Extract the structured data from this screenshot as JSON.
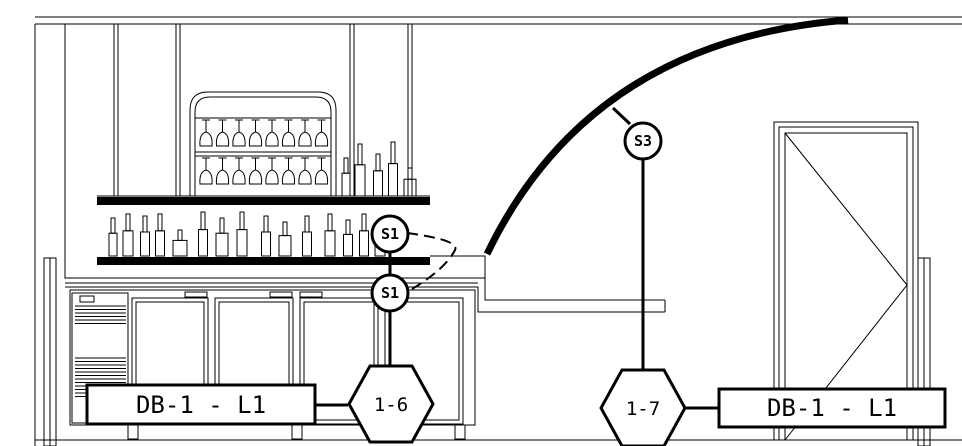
{
  "switch_tags": [
    {
      "id": "s1-upper",
      "label": "S1"
    },
    {
      "id": "s1-lower",
      "label": "S1"
    },
    {
      "id": "s3",
      "label": "S3"
    }
  ],
  "circuit_tags": [
    {
      "id": "left",
      "label": "1-6"
    },
    {
      "id": "right",
      "label": "1-7"
    }
  ],
  "panel_labels": [
    {
      "id": "left",
      "label": "DB-1 - L1"
    },
    {
      "id": "right",
      "label": "DB-1 - L1"
    }
  ]
}
